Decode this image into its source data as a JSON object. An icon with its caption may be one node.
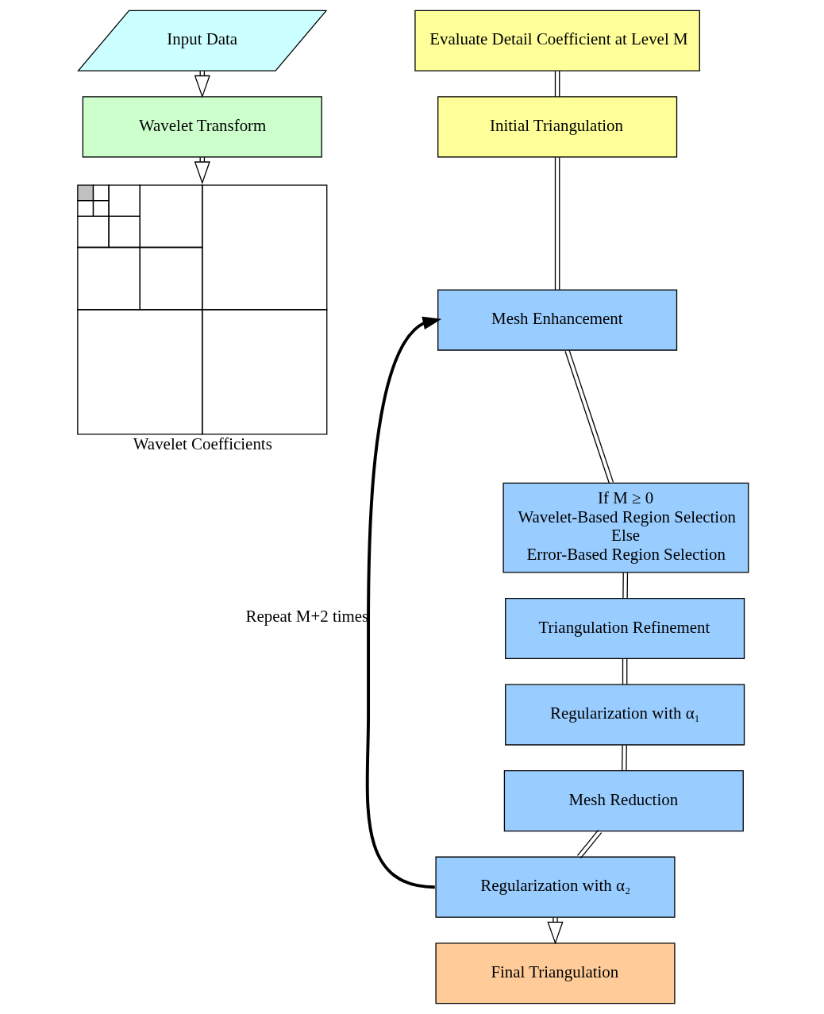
{
  "diagram": {
    "nodes": [
      {
        "text": [
          "Input Data"
        ]
      },
      {
        "text": [
          "Wavelet Transform"
        ]
      },
      {
        "text": [],
        "shape": "picture",
        "beside": [
          "Wavelet Coefficients"
        ]
      },
      {
        "text": [
          "Evaluate Detail Coefficient at Level M"
        ]
      },
      {
        "text": [
          "Initial Triangulation"
        ]
      },
      {
        "text": [
          "Mesh Enhancement"
        ]
      },
      {
        "text": [
          "If M ≥ 0",
          "Wavelet-Based Region Selection",
          "Else",
          "Error-Based Region Selection"
        ]
      },
      {
        "text": [
          "Triangulation Refinement"
        ]
      },
      {
        "text": [
          "Regularization with α₁"
        ]
      },
      {
        "text": [
          "Mesh Reduction"
        ]
      },
      {
        "text": [
          "Regularization with α₂"
        ]
      },
      {
        "text": [
          "Final Triangulation"
        ]
      }
    ],
    "edges": [
      {
        "from": 0,
        "to": 1,
        "arrow": "to"
      },
      {
        "from": 1,
        "to": 2,
        "arrow": "to"
      },
      {
        "from": 3,
        "to": 4,
        "arrow": "none"
      },
      {
        "from": 4,
        "to": 5,
        "arrow": "none"
      },
      {
        "from": 5,
        "to": 6,
        "arrow": "none"
      },
      {
        "from": 6,
        "to": 7,
        "arrow": "none"
      },
      {
        "from": 7,
        "to": 8,
        "arrow": "none"
      },
      {
        "from": 8,
        "to": 9,
        "arrow": "none"
      },
      {
        "from": 9,
        "to": 10,
        "arrow": "none"
      },
      {
        "from": 10,
        "to": 11,
        "arrow": "to"
      },
      {
        "from": 10,
        "to": 5,
        "arrow": "to",
        "label": "Repeat M+2 times",
        "style": "thick"
      }
    ]
  }
}
